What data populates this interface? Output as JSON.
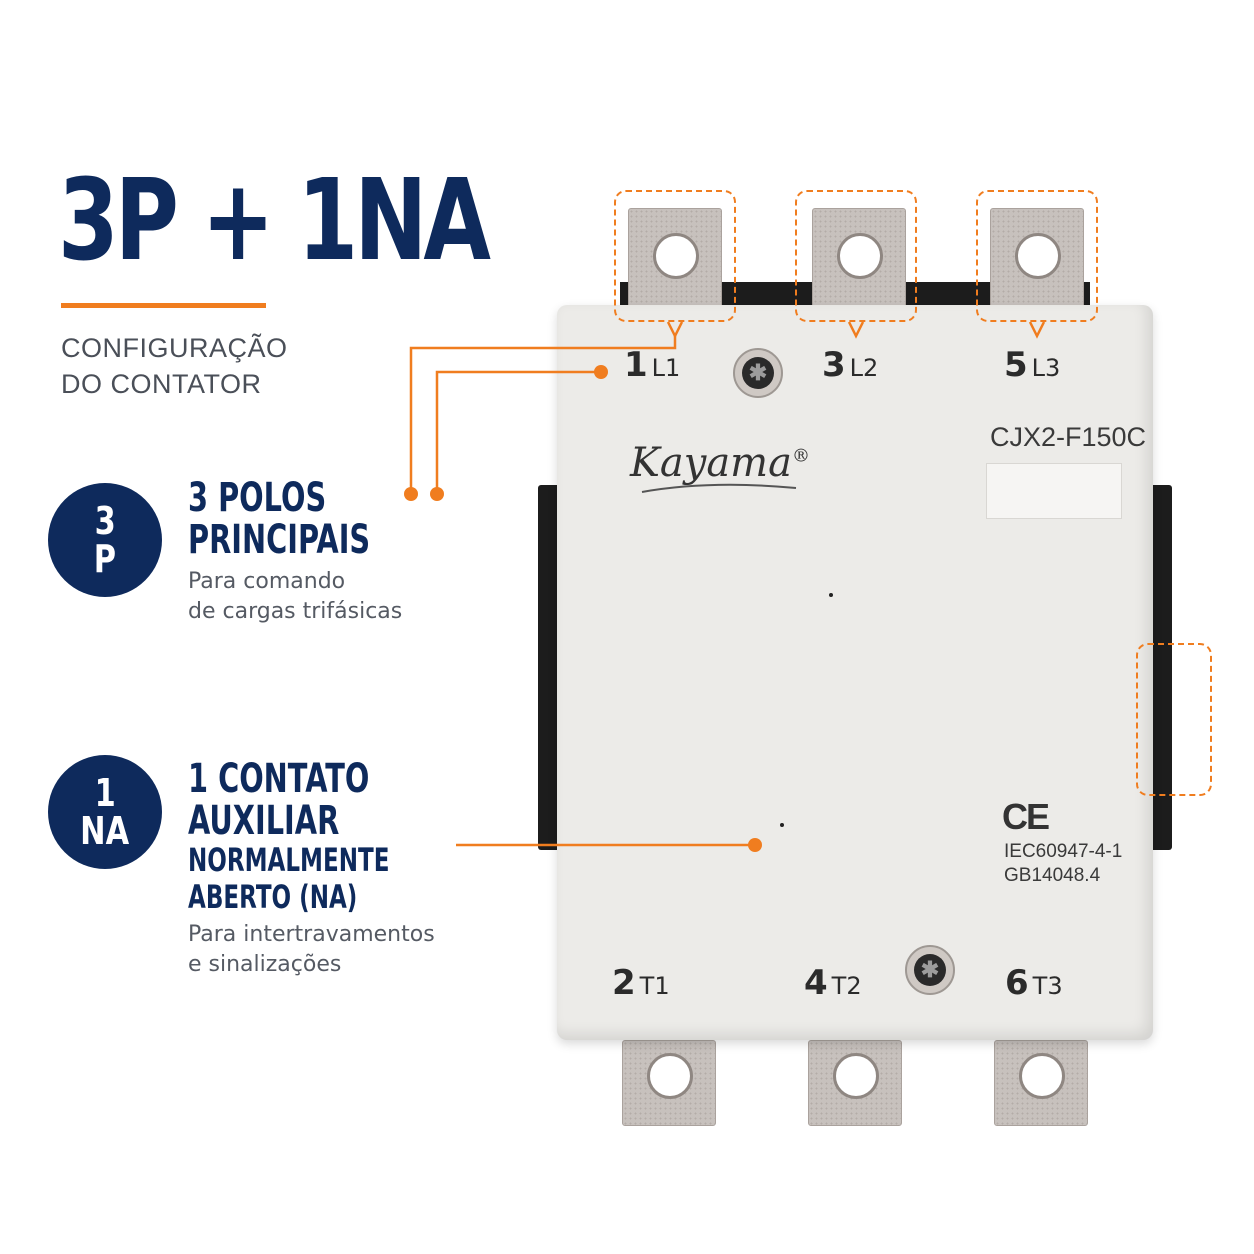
{
  "headline": "3P + 1NA",
  "subtitle": {
    "line1": "CONFIGURAÇÃO",
    "line2": "DO CONTATOR"
  },
  "features": [
    {
      "badge": [
        "3",
        "P"
      ],
      "title": [
        "3 POLOS",
        "PRINCIPAIS"
      ],
      "description": [
        "Para comando",
        "de cargas trifásicas"
      ]
    },
    {
      "badge": [
        "1",
        "NA"
      ],
      "title": [
        "1 CONTATO",
        "AUXILIAR"
      ],
      "subtitle": [
        "NORMALMENTE",
        "ABERTO (NA)"
      ],
      "description": [
        "Para intertravamentos",
        "e sinalizações"
      ]
    }
  ],
  "product": {
    "brand": "Kayama",
    "registered": "®",
    "model": "CJX2-F150C",
    "cert_mark": "CE",
    "standards": [
      "IEC60947-4-1",
      "GB14048.4"
    ],
    "top_terminals": [
      {
        "num": "1",
        "code": "L1"
      },
      {
        "num": "3",
        "code": "L2"
      },
      {
        "num": "5",
        "code": "L3"
      }
    ],
    "bottom_terminals": [
      {
        "num": "2",
        "code": "T1"
      },
      {
        "num": "4",
        "code": "T2"
      },
      {
        "num": "6",
        "code": "T3"
      }
    ]
  },
  "colors": {
    "navy": "#0e2a5c",
    "accent": "#f07d1f",
    "body": "#ecebe8"
  }
}
